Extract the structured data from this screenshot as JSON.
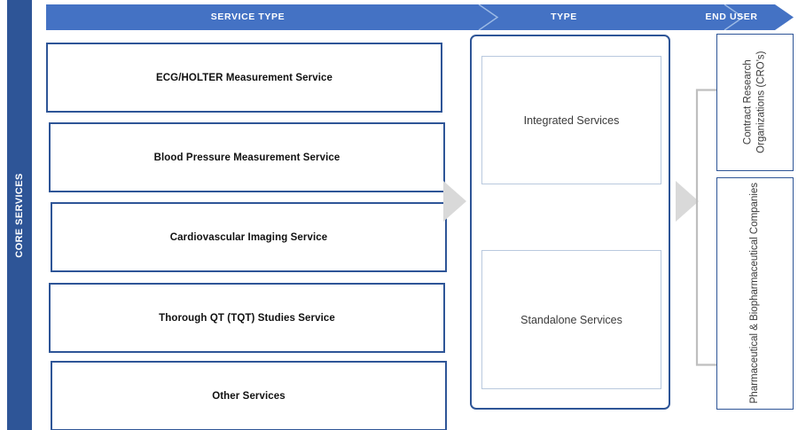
{
  "colors": {
    "brand_dark_blue": "#2e5597",
    "banner_blue": "#4472c4",
    "chevron_line": "#9dbbe6",
    "inner_box_border": "#b9c9de",
    "arrow_gray": "#d9d9d9",
    "bracket_gray": "#bfbfbf",
    "text_dark": "#111111",
    "text_muted": "#3a3a3a"
  },
  "sidebar": {
    "label": "CORE SERVICES"
  },
  "banner": {
    "segments": [
      {
        "label": "SERVICE TYPE"
      },
      {
        "label": "TYPE"
      },
      {
        "label": "END USER"
      }
    ]
  },
  "service_type_column": {
    "boxes": [
      {
        "label": "ECG/HOLTER Measurement Service"
      },
      {
        "label": "Blood Pressure Measurement Service"
      },
      {
        "label": "Cardiovascular Imaging Service"
      },
      {
        "label": "Thorough QT (TQT) Studies Service"
      },
      {
        "label": "Other Services"
      }
    ]
  },
  "type_column": {
    "boxes": [
      {
        "label": "Integrated Services"
      },
      {
        "label": "Standalone Services"
      }
    ]
  },
  "end_user_column": {
    "boxes": [
      {
        "label": "Contract Research\nOrganizations (CRO's)"
      },
      {
        "label": "Pharmaceutical & Biopharmaceutical Companies"
      }
    ]
  },
  "connectors": {
    "arrows": [
      {
        "name": "service-type-to-type"
      },
      {
        "name": "type-to-end-user"
      }
    ],
    "bracket": {
      "name": "end-user-grouping-bracket"
    }
  }
}
